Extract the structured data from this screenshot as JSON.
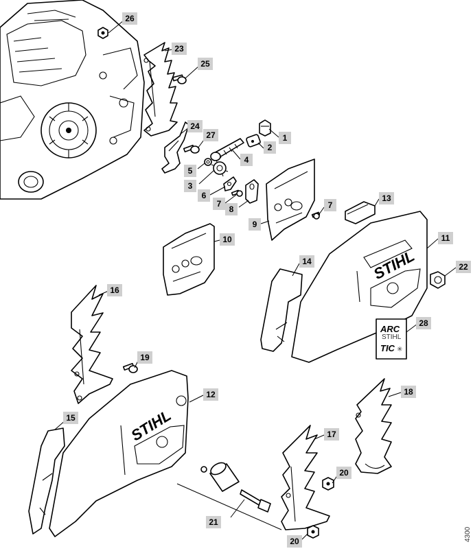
{
  "diagram": {
    "brand_text": "STIHL",
    "sticker_line1": "ARC",
    "sticker_line2": "TIC",
    "sticker_mid": "STIHL",
    "corner_id": "4300",
    "callouts": [
      {
        "id": "c26",
        "text": "26"
      },
      {
        "id": "c23",
        "text": "23"
      },
      {
        "id": "c25",
        "text": "25"
      },
      {
        "id": "c24",
        "text": "24"
      },
      {
        "id": "c27",
        "text": "27"
      },
      {
        "id": "c1",
        "text": "1"
      },
      {
        "id": "c2",
        "text": "2"
      },
      {
        "id": "c4",
        "text": "4"
      },
      {
        "id": "c5",
        "text": "5"
      },
      {
        "id": "c3",
        "text": "3"
      },
      {
        "id": "c6",
        "text": "6"
      },
      {
        "id": "c7a",
        "text": "7"
      },
      {
        "id": "c8",
        "text": "8"
      },
      {
        "id": "c7b",
        "text": "7"
      },
      {
        "id": "c9",
        "text": "9"
      },
      {
        "id": "c13",
        "text": "13"
      },
      {
        "id": "c10",
        "text": "10"
      },
      {
        "id": "c11",
        "text": "11"
      },
      {
        "id": "c14",
        "text": "14"
      },
      {
        "id": "c22",
        "text": "22"
      },
      {
        "id": "c16",
        "text": "16"
      },
      {
        "id": "c28",
        "text": "28"
      },
      {
        "id": "c19",
        "text": "19"
      },
      {
        "id": "c12",
        "text": "12"
      },
      {
        "id": "c18",
        "text": "18"
      },
      {
        "id": "c15",
        "text": "15"
      },
      {
        "id": "c17",
        "text": "17"
      },
      {
        "id": "c20a",
        "text": "20"
      },
      {
        "id": "c21",
        "text": "21"
      },
      {
        "id": "c20b",
        "text": "20"
      }
    ]
  }
}
